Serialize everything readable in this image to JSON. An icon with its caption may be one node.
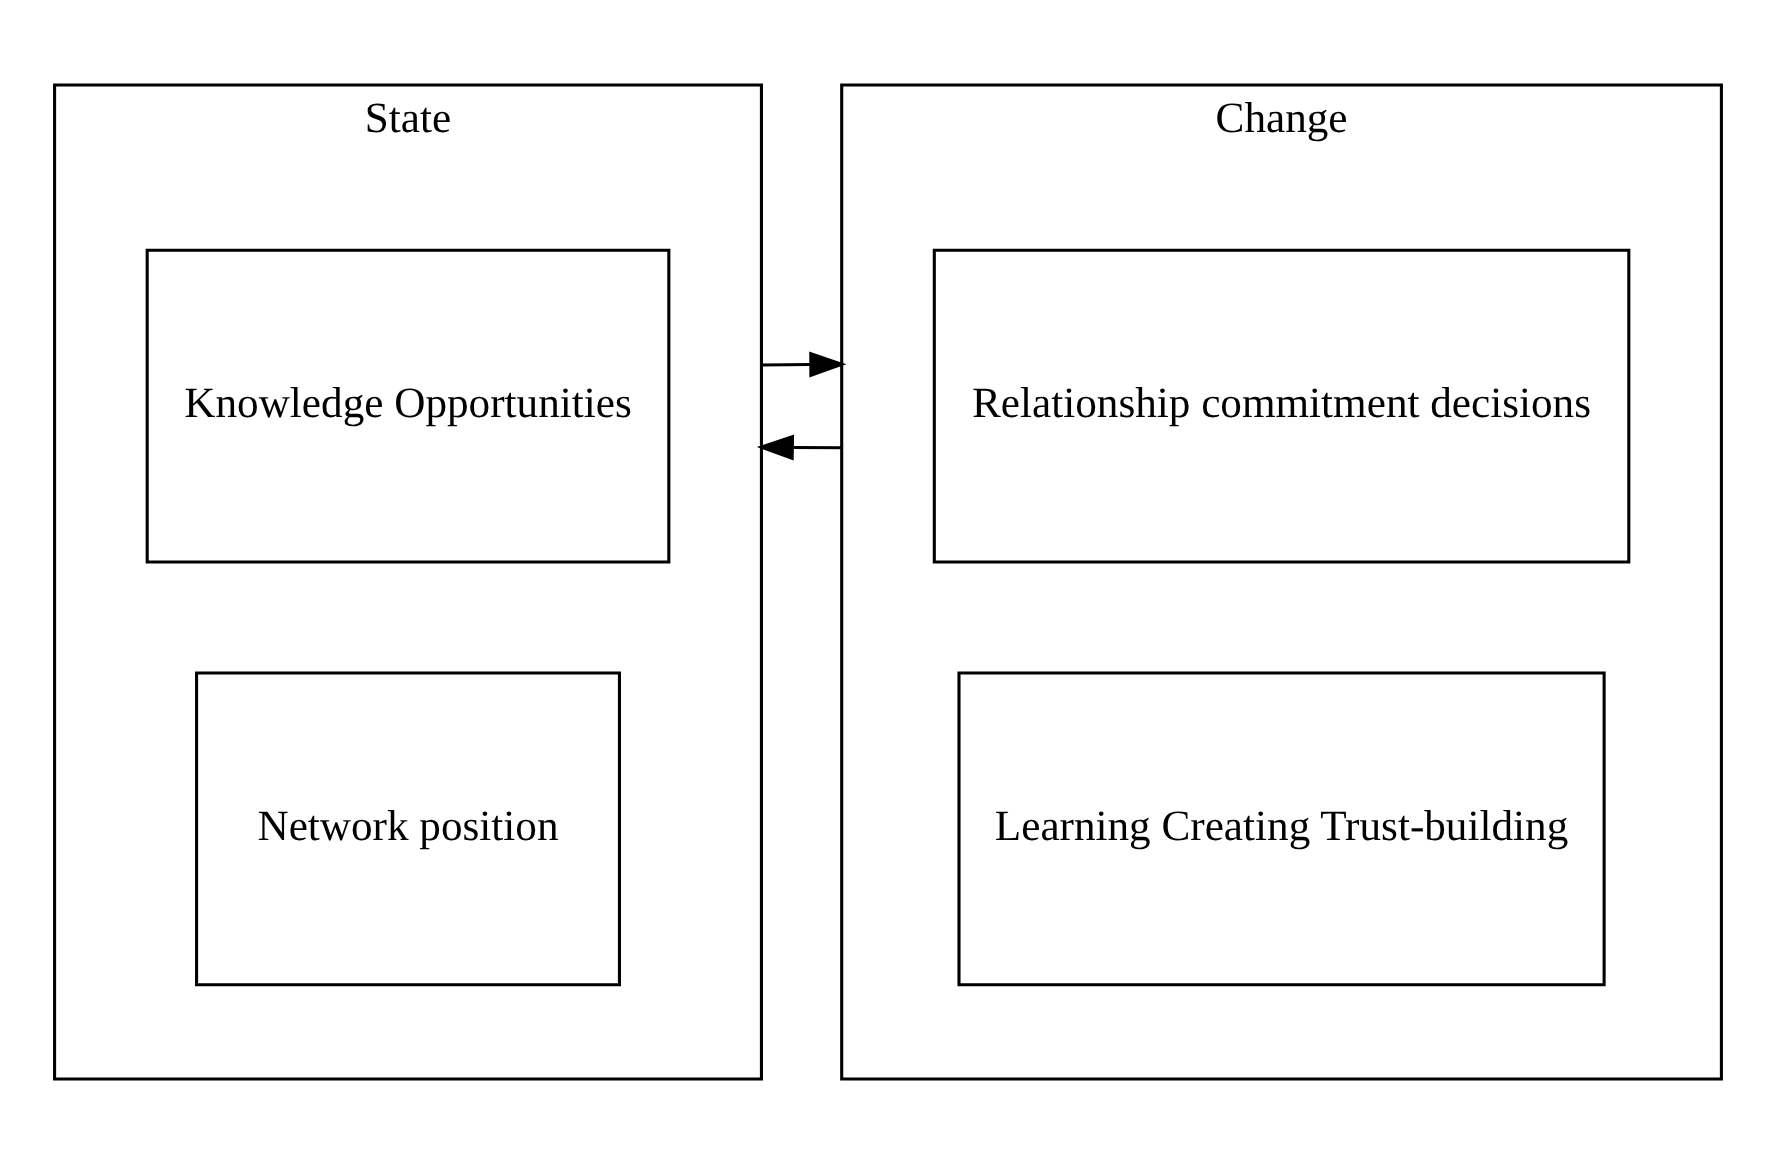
{
  "diagram": {
    "nodes": [
      {
        "text": [
          "State"
        ]
      },
      {
        "text": [
          "Knowledge Opportunities"
        ],
        "in": 0
      },
      {
        "text": [
          "Network position"
        ],
        "in": 0
      },
      {
        "text": [
          "Change"
        ]
      },
      {
        "text": [
          "Relationship commitment decisions"
        ],
        "in": 3
      },
      {
        "text": [
          "Learning Creating Trust-building"
        ],
        "in": 3
      }
    ],
    "edges": [
      {
        "from": 0,
        "to": 3,
        "arrow": "to"
      },
      {
        "from": 3,
        "to": 0,
        "arrow": "to"
      }
    ]
  }
}
